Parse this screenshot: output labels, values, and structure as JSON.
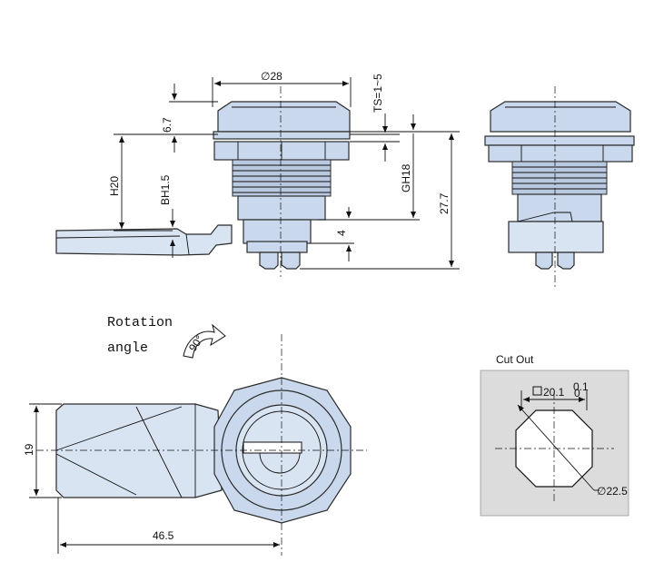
{
  "labels": {
    "d28": "∅28",
    "d67": "6.7",
    "ts": "TS=1~5",
    "h20": "H20",
    "bh15": "BH1.5",
    "gh18": "GH18",
    "d277": "27.7",
    "d4": "4",
    "rotation_line1": "Rotation",
    "rotation_line2": "angle",
    "deg90": "90°",
    "d19": "19",
    "d465": "46.5",
    "cutout_title": "Cut Out",
    "sq201": "20.1",
    "tol_upper": "0.1",
    "tol_lower": "0",
    "d225": "∅22.5"
  },
  "colors": {
    "part_fill": "#c9d8ec",
    "panel_fill": "#dcdcdc",
    "line": "#111111"
  }
}
